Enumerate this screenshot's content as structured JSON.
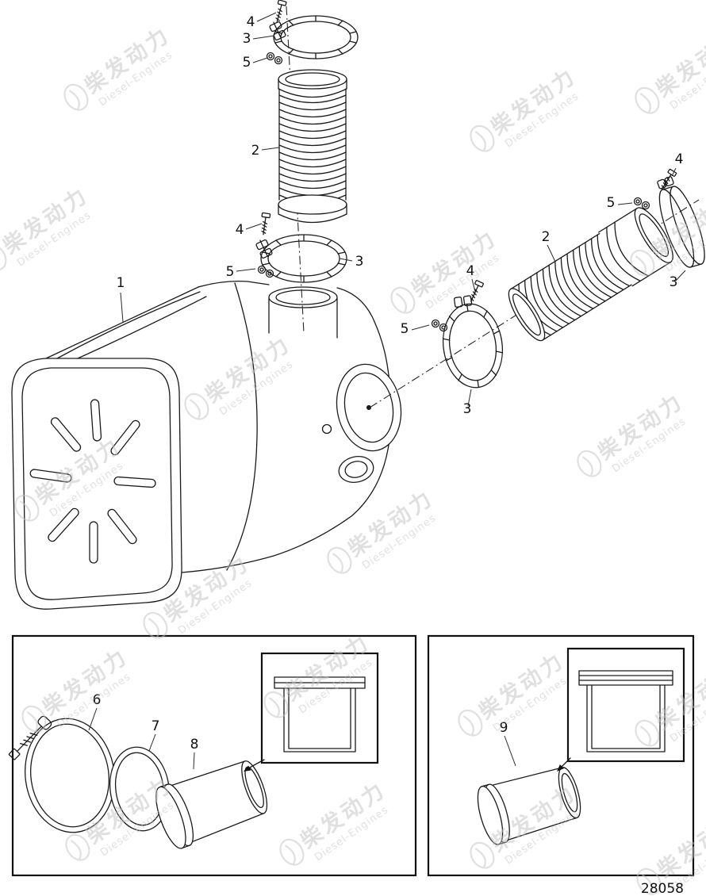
{
  "colors": {
    "line": "#1a1a1a",
    "watermark": "#c3c3c3",
    "background": "#ffffff"
  },
  "diagram": {
    "drawing_number": "28058",
    "watermark": {
      "brand_cn": "柴发动力",
      "brand_en": "Diesel-Engines"
    },
    "callouts": [
      "4",
      "3",
      "5",
      "2",
      "4",
      "3",
      "5",
      "1",
      "4",
      "5",
      "2",
      "3",
      "4",
      "5",
      "3",
      "6",
      "7",
      "8",
      "9"
    ]
  }
}
